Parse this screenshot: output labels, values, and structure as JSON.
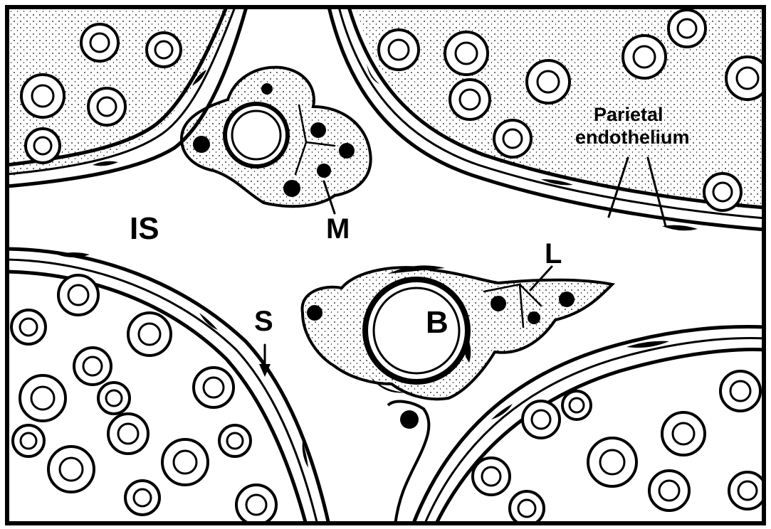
{
  "figure": {
    "labels": {
      "IS": "IS",
      "M": "M",
      "L": "L",
      "S": "S",
      "B": "B",
      "parietal_line1": "Parietal",
      "parietal_line2": "endothelium"
    }
  }
}
